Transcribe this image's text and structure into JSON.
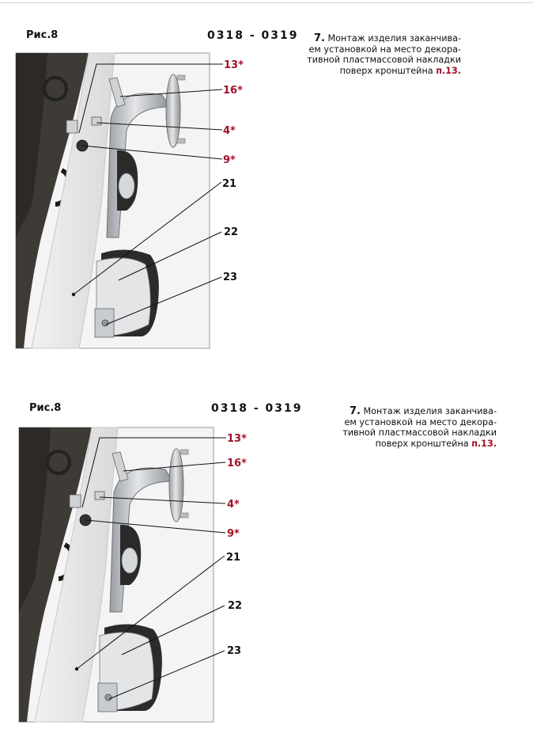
{
  "blocks": [
    {
      "figure_label": "Рис.8",
      "code": "0318 - 0319",
      "step_number": "7.",
      "text_lines": [
        "Монтаж изделия заканчива-",
        "ем установкой на место декора-",
        "тивной пластмассовой накладки",
        "поверх кронштейна"
      ],
      "ref": "п.13.",
      "callouts": [
        "13*",
        "16*",
        "4*",
        "9*",
        "21",
        "22",
        "23"
      ]
    },
    {
      "figure_label": "Рис.8",
      "code": "0318 - 0319",
      "step_number": "7.",
      "text_lines": [
        "Монтаж изделия заканчива-",
        "ем установкой на место декора-",
        "тивной пластмассовой накладки",
        "поверх кронштейна"
      ],
      "ref": "п.13.",
      "callouts": [
        "13*",
        "16*",
        "4*",
        "9*",
        "21",
        "22",
        "23"
      ]
    }
  ],
  "colors": {
    "accent": "#a1122a",
    "text": "#111111",
    "frame": "#888888"
  }
}
